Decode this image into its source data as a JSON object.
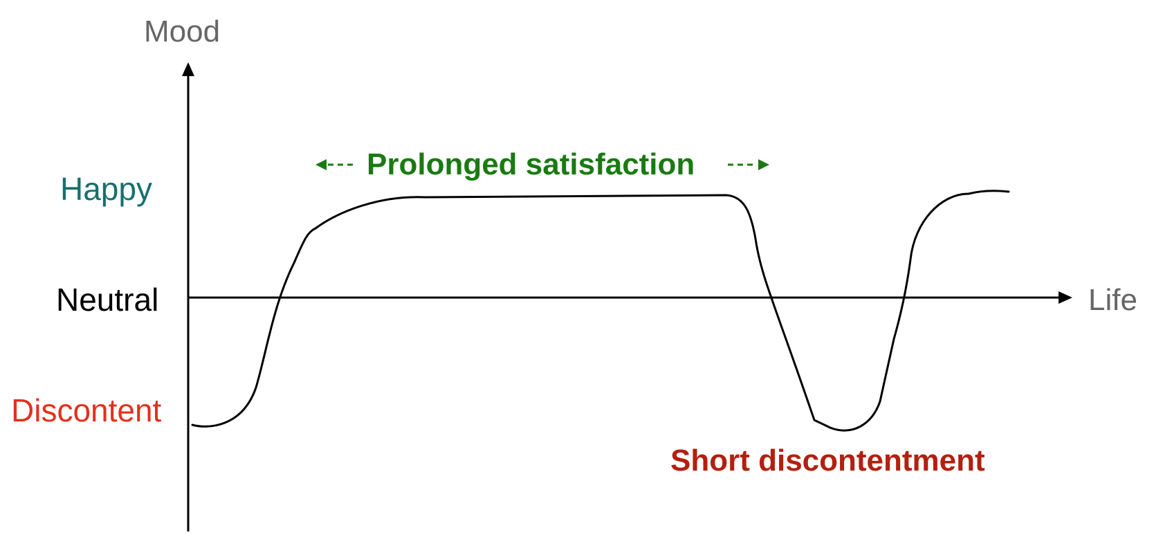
{
  "diagram": {
    "y_axis_title": "Mood",
    "x_axis_title": "Life",
    "levels": {
      "happy": "Happy",
      "neutral": "Neutral",
      "discontent": "Discontent"
    },
    "annotations": {
      "prolonged": "Prolonged satisfaction",
      "short": "Short discontentment"
    },
    "colors": {
      "axis_title": "#666666",
      "happy": "#16706f",
      "neutral": "#000000",
      "discontent": "#e2311d",
      "prolonged": "#1a7a12",
      "short": "#b3200f",
      "curve": "#000000"
    }
  }
}
